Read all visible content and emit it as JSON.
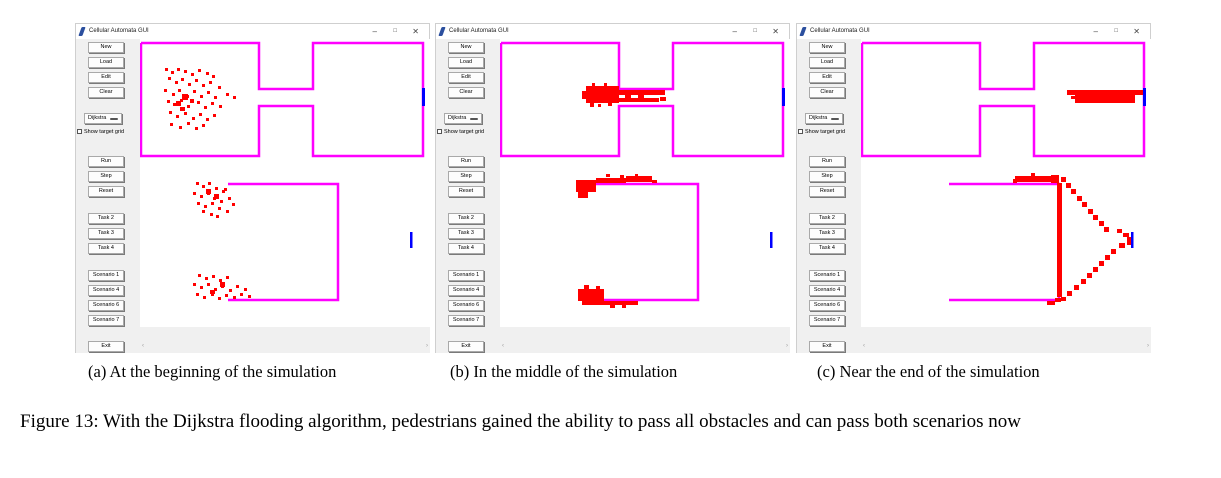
{
  "panels": [
    {
      "window_title": "Cellular Automata GUI",
      "controls": {
        "minimize": "–",
        "maximize": "□",
        "close": "✕"
      },
      "buttons": [
        "New",
        "Load",
        "Edit",
        "Clear"
      ],
      "algorithm_select": "Dijkstra",
      "show_target_grid": {
        "label": "Show target grid",
        "checked": false
      },
      "sim_buttons": [
        "Run",
        "Step",
        "Reset"
      ],
      "task_buttons": [
        "Task 2",
        "Task 3",
        "Task 4"
      ],
      "scenario_buttons": [
        "Scenario 1",
        "Scenario 4",
        "Scenario 6",
        "Scenario 7"
      ],
      "exit_label": "Exit",
      "caption": "(a) At the beginning of the simulation"
    },
    {
      "window_title": "Cellular Automata GUI",
      "controls": {
        "minimize": "–",
        "maximize": "□",
        "close": "✕"
      },
      "buttons": [
        "New",
        "Load",
        "Edit",
        "Clear"
      ],
      "algorithm_select": "Dijkstra",
      "show_target_grid": {
        "label": "Show target grid",
        "checked": false
      },
      "sim_buttons": [
        "Run",
        "Step",
        "Reset"
      ],
      "task_buttons": [
        "Task 2",
        "Task 3",
        "Task 4"
      ],
      "scenario_buttons": [
        "Scenario 1",
        "Scenario 4",
        "Scenario 6",
        "Scenario 7"
      ],
      "exit_label": "Exit",
      "caption": "(b) In the middle of the simulation"
    },
    {
      "window_title": "Cellular Automata GUI",
      "controls": {
        "minimize": "–",
        "maximize": "□",
        "close": "✕"
      },
      "buttons": [
        "New",
        "Load",
        "Edit",
        "Clear"
      ],
      "algorithm_select": "Dijkstra",
      "show_target_grid": {
        "label": "Show target grid",
        "checked": false
      },
      "sim_buttons": [
        "Run",
        "Step",
        "Reset"
      ],
      "task_buttons": [
        "Task 2",
        "Task 3",
        "Task 4"
      ],
      "scenario_buttons": [
        "Scenario 1",
        "Scenario 4",
        "Scenario 6",
        "Scenario 7"
      ],
      "exit_label": "Exit",
      "caption": "(c) Near the end of the simulation"
    }
  ],
  "colors": {
    "obstacle": "#ff00ff",
    "pedestrian": "#ff0000",
    "target": "#0000ff",
    "canvas": "#ffffff"
  },
  "figure_caption": "Figure 13: With the Dijkstra flooding algorithm, pedestrians gained the ability to pass all obstacles and can pass both scenarios now"
}
